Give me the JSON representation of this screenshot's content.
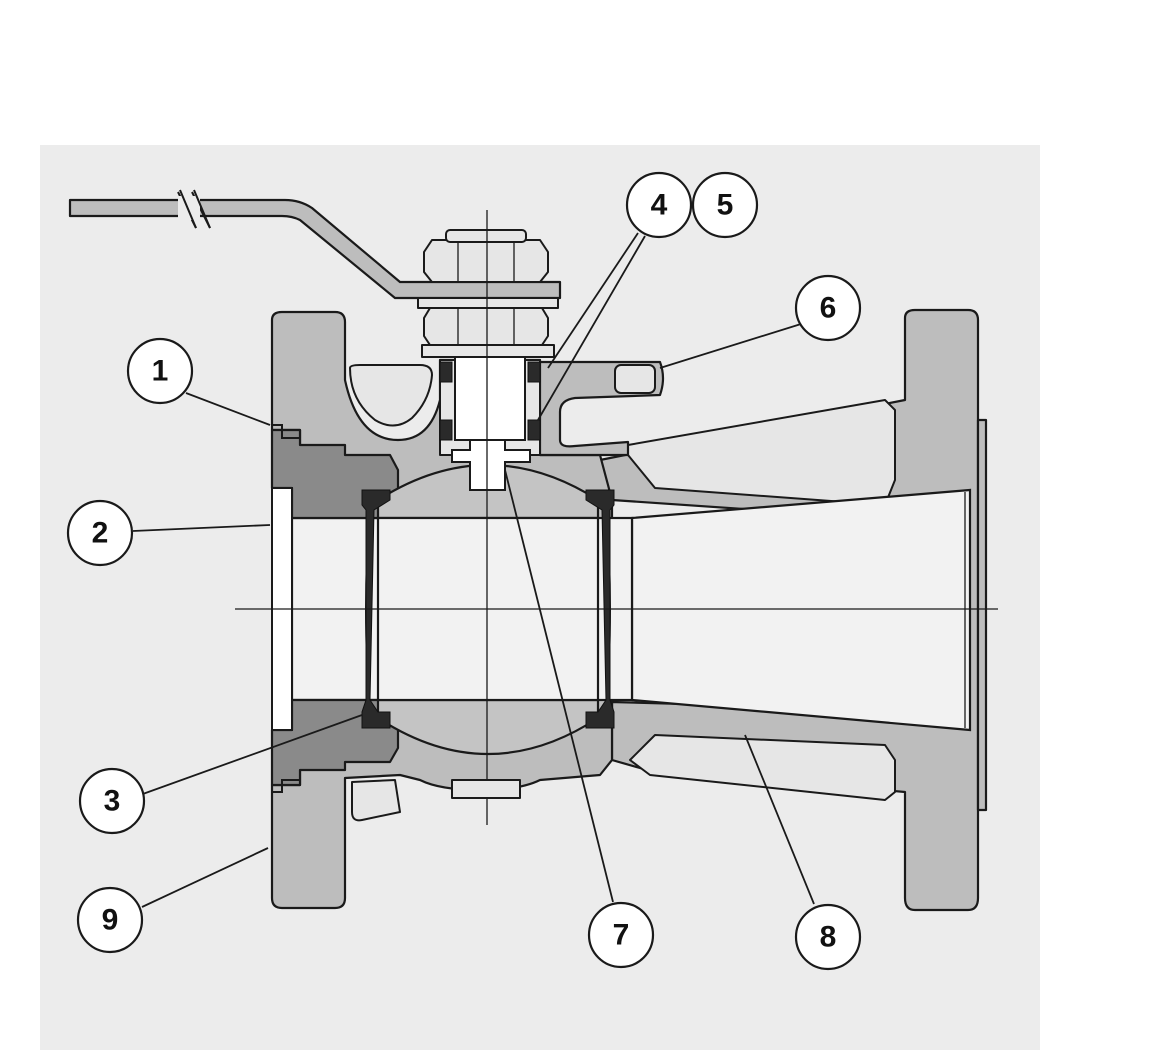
{
  "callouts": {
    "c1": "1",
    "c2": "2",
    "c3": "3",
    "c4": "4",
    "c5": "5",
    "c6": "6",
    "c7": "7",
    "c8": "8",
    "c9": "9"
  },
  "colors": {
    "body": "#bdbdbd",
    "insert": "#8a8a8a",
    "ball": "#c4c4c4",
    "background_sheet": "#ececec"
  }
}
